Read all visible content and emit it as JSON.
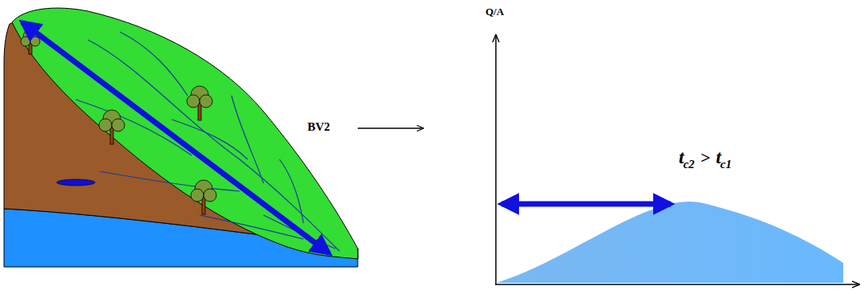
{
  "diagram": {
    "labels": [
      "BV2",
      "Q/A",
      "t",
      "c2",
      ">",
      "t",
      "c1"
    ]
  }
}
